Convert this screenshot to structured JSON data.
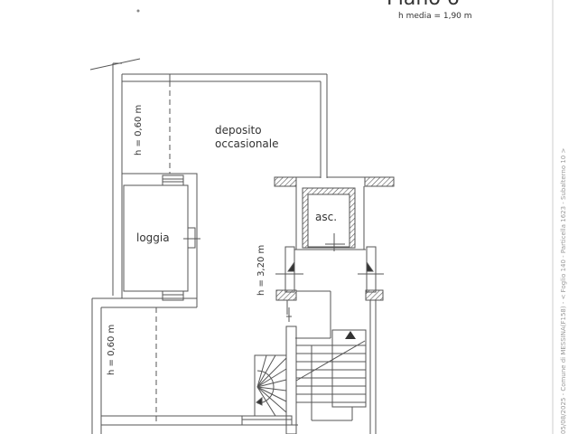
{
  "header": {
    "title": "Piano 6",
    "subtitle": "h media = 1,90 m"
  },
  "rooms": {
    "deposito_line1": "deposito",
    "deposito_line2": "occasionale",
    "loggia": "loggia",
    "ascensore": "asc.",
    "height_top_left": "h = 0,60 m",
    "height_bottom_left": "h = 0,60 m",
    "height_stair": "h = 3,20 m"
  },
  "margin_note": "05/08/2025 - Comune di MESSINA(F158) - < Foglio 140 - Particella 1623 - Subalterno 10 >",
  "colors": {
    "line": "#444444",
    "text": "#333333",
    "margin_text": "#999999"
  }
}
